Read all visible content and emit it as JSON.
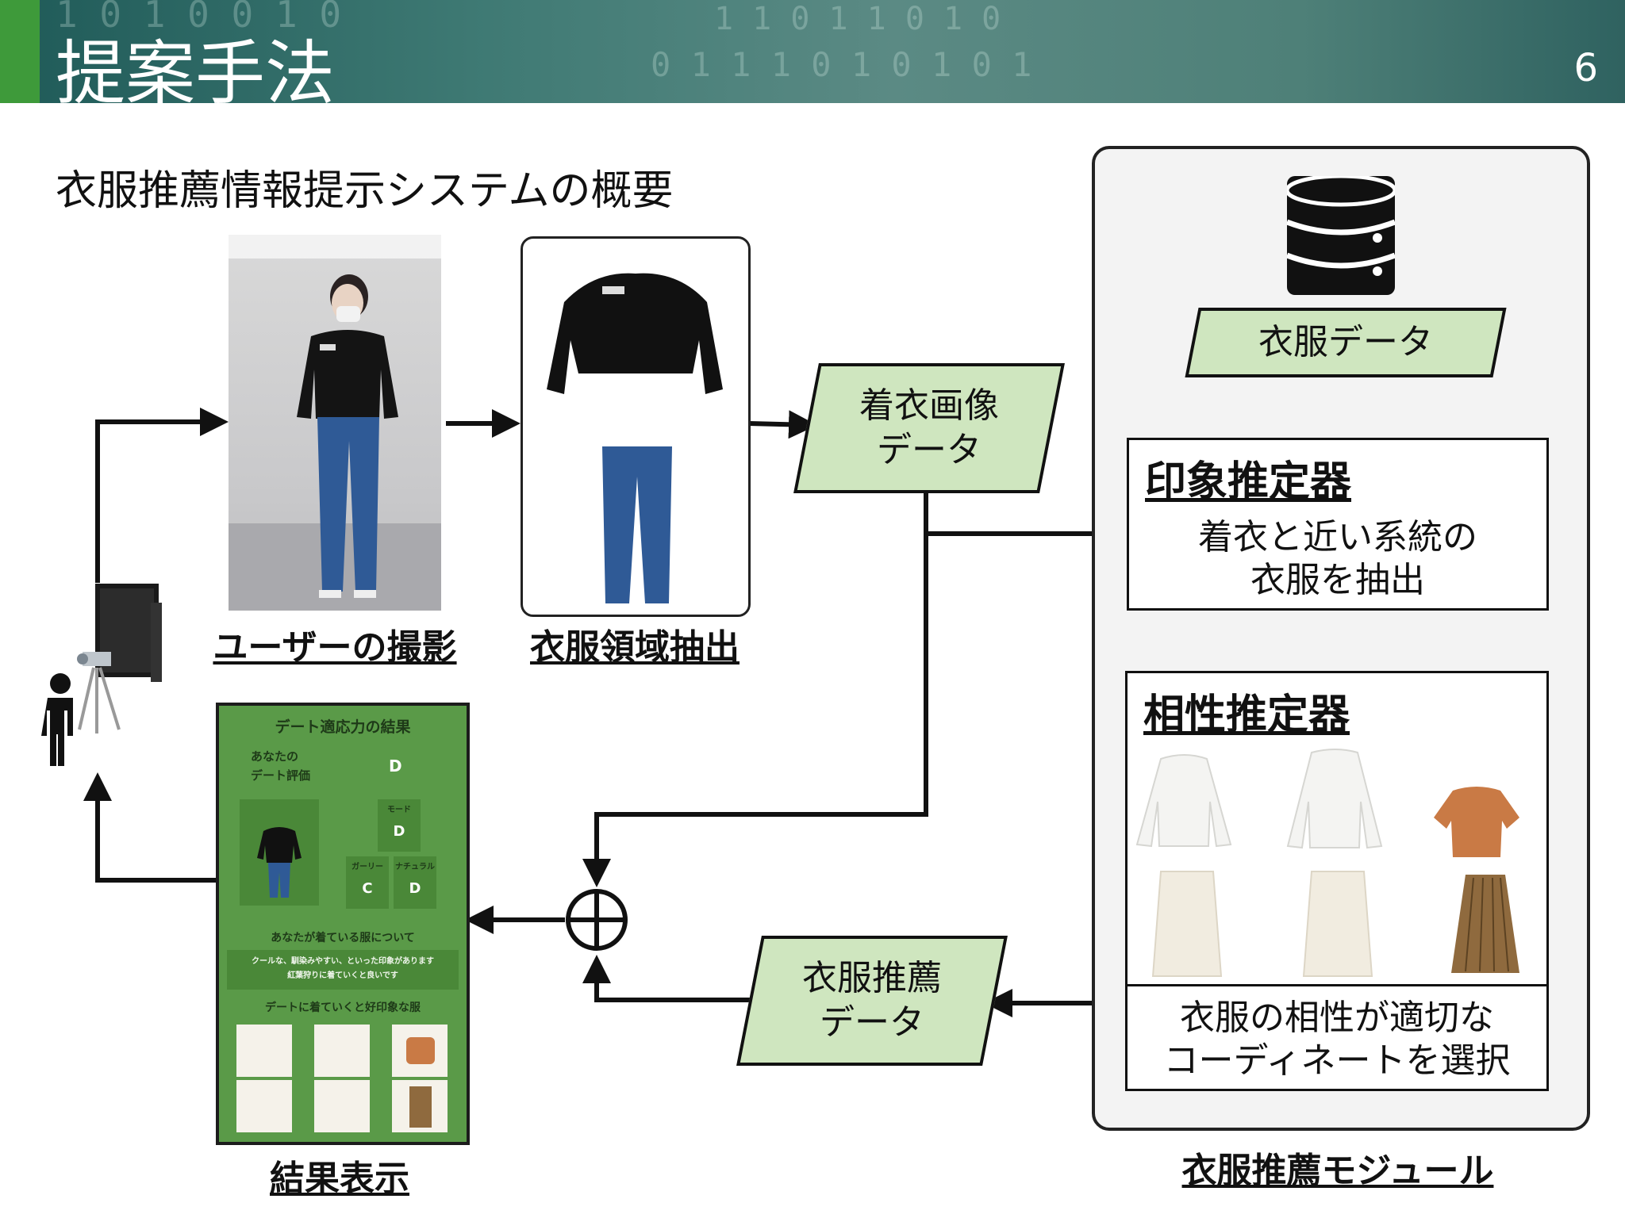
{
  "slide": {
    "title": "提案手法",
    "page_number": "6",
    "banner_digits": [
      "1 0 1 0 0 1 0",
      "0 1 1 1 0 1 0 1 0 1",
      "1 1 0 1 1 0 1 0"
    ],
    "heading": "衣服推薦情報提示システムの概要"
  },
  "steps": {
    "capture_label": "ユーザーの撮影",
    "extract_label": "衣服領域抽出",
    "result_label": "結果表示",
    "module_label": "衣服推薦モジュール"
  },
  "data_nodes": {
    "dressed_image": "着衣画像\nデータ",
    "clothing_db": "衣服データ",
    "recommendation": "衣服推薦\nデータ"
  },
  "impression_estimator": {
    "title": "印象推定器",
    "text": "着衣と近い系統の\n衣服を抽出"
  },
  "compatibility_estimator": {
    "title": "相性推定器",
    "text": "衣服の相性が適切な\nコーディネートを選択"
  },
  "result_screen": {
    "title": "デート適応力の結果",
    "your_rating_label": "あなたの\nデート評価",
    "your_rating": "D",
    "mode_label": "モード",
    "mode_grade": "D",
    "girly_label": "ガーリー",
    "girly_grade": "C",
    "natural_label": "ナチュラル",
    "natural_grade": "D",
    "about_heading": "あなたが着ている服について",
    "about_text": "クールな、馴染みやすい、といった印象があります\n紅葉狩りに着ていくと良いです",
    "recommend_heading": "デートに着ていくと好印象な服"
  },
  "colors": {
    "banner": "#3f7a74",
    "banner_accent": "#3e9a3a",
    "data_fill": "#cfe6bf",
    "module_bg": "#f3f3f3",
    "result_bg": "#5a9a48",
    "result_panel": "#4a8838",
    "arrow": "#111111",
    "jacket": "#111111",
    "jeans": "#2f5a96",
    "orange_top": "#c97a45",
    "pleated_skirt": "#8f6a3e",
    "cream": "#f1ece0"
  },
  "icons": {
    "user": "person-icon",
    "camera": "camera-on-tripod-icon",
    "display": "monitor-icon",
    "database": "database-icon",
    "combine": "circled-plus-icon"
  }
}
